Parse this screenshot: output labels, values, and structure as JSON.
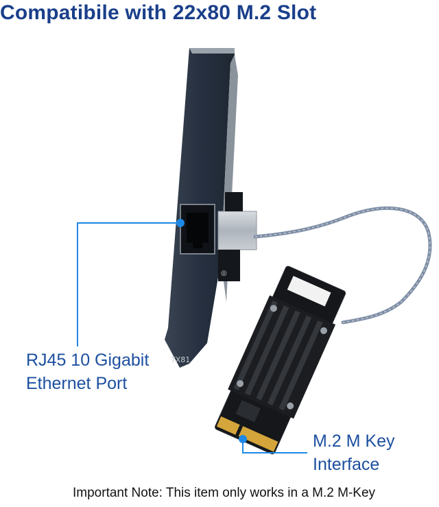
{
  "title": "Compatibile with 22x80 M.2 Slot",
  "callouts": {
    "rj45": {
      "line1": "RJ45 10 Gigabit",
      "line2": "Ethernet Port"
    },
    "m2": {
      "line1": "M.2 M Key",
      "line2": "Interface"
    }
  },
  "bracket_marking": "TX81",
  "note": "Important Note: This item only works in a M.2 M-Key",
  "colors": {
    "title": "#1a3f8a",
    "callout_text": "#1d4fa0",
    "callout_line": "#1e88e5",
    "bracket": "#2c3440",
    "heatsink": "#1b1d20",
    "pcb": "#15171a",
    "gold_fingers": "#d4a53a",
    "cable": "#7f8fa6"
  }
}
